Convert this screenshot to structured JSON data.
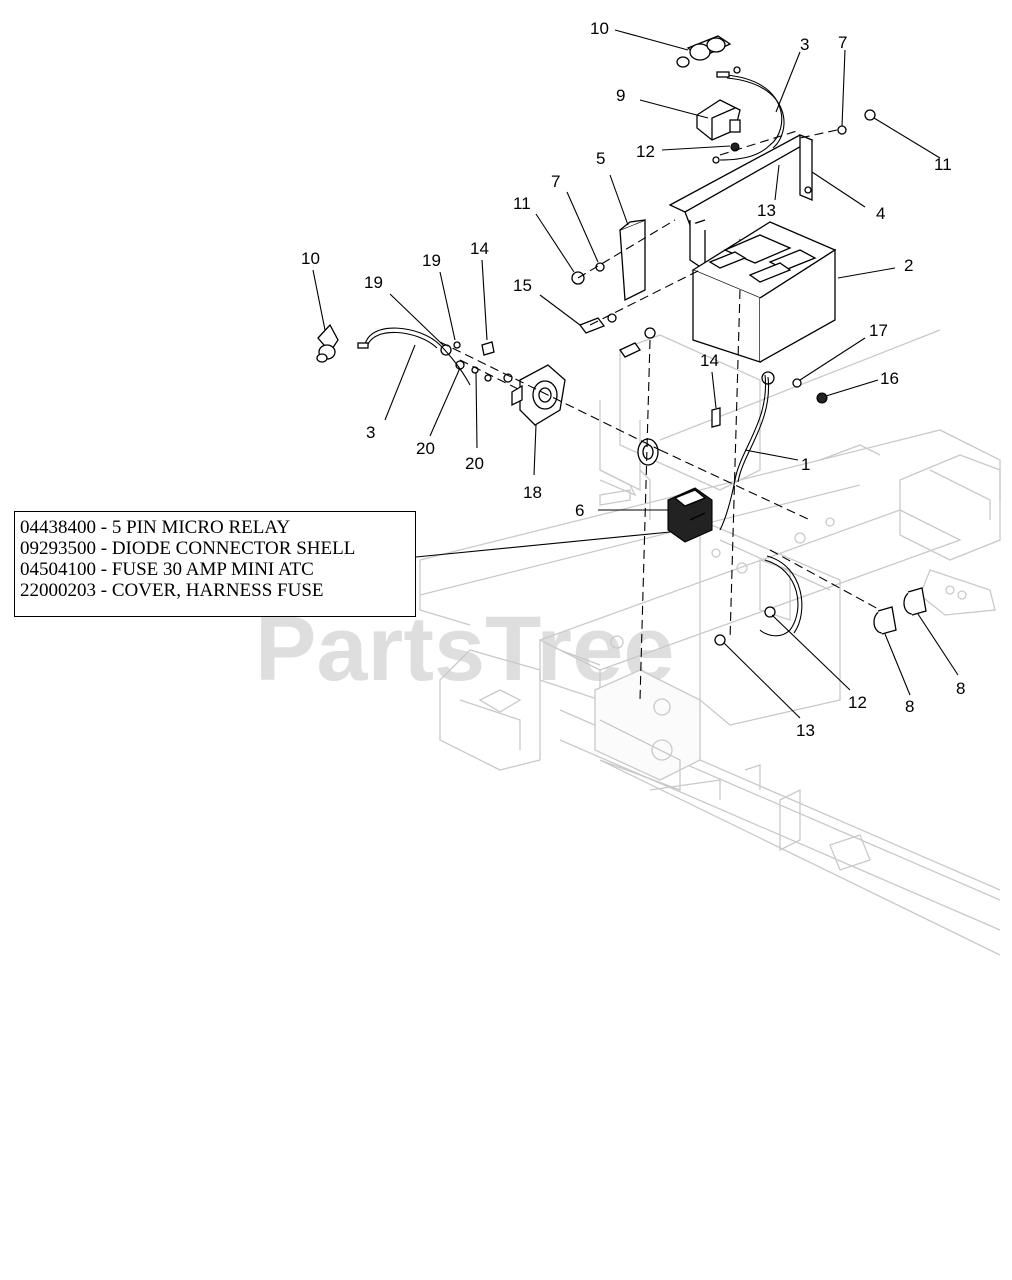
{
  "watermark": "PartsTree",
  "note_lines": [
    "04438400 - 5 PIN MICRO RELAY",
    "09293500 - DIODE CONNECTOR SHELL",
    "04504100 - FUSE 30 AMP MINI ATC",
    "22000203 - COVER, HARNESS FUSE"
  ],
  "callouts": {
    "c10a": "10",
    "c3a": "3",
    "c7a": "7",
    "c9": "9",
    "c12a": "12",
    "c11a": "11",
    "c5": "5",
    "c13a": "13",
    "c4": "4",
    "c11b": "11",
    "c7b": "7",
    "c2": "2",
    "c10b": "10",
    "c19a": "19",
    "c19b": "19",
    "c14a": "14",
    "c15": "15",
    "c17": "17",
    "c14b": "14",
    "c16": "16",
    "c3b": "3",
    "c20a": "20",
    "c20b": "20",
    "c1": "1",
    "c18": "18",
    "c6": "6",
    "c12b": "12",
    "c8a": "8",
    "c8b": "8",
    "c13b": "13"
  }
}
